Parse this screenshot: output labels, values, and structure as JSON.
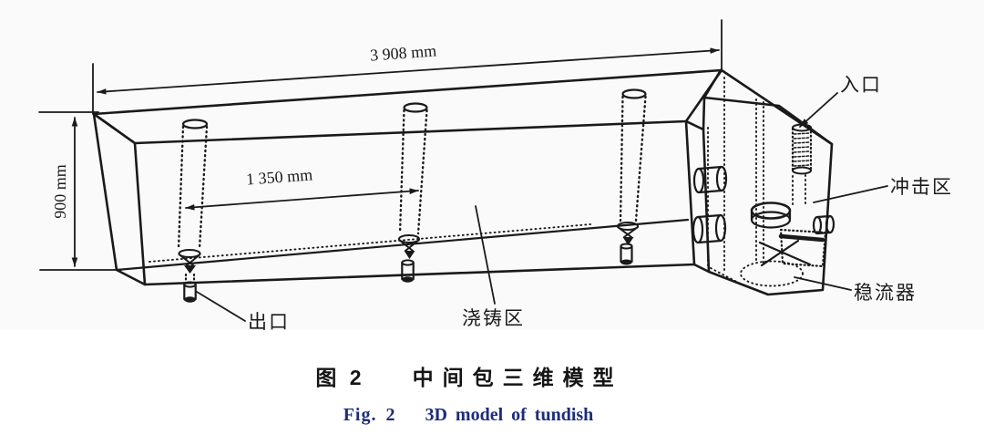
{
  "figure": {
    "dimensions": {
      "length": "3 908 mm",
      "height": "900 mm",
      "outlet_spacing": "1 350 mm"
    },
    "labels": {
      "inlet": "入口",
      "impact_zone": "冲击区",
      "stabilizer": "稳流器",
      "outlet": "出口",
      "casting_zone": "浇铸区"
    }
  },
  "caption": {
    "zh_label": "图 2",
    "zh_title": "中间包三维模型",
    "en_label": "Fig. 2",
    "en_title": "3D model of tundish"
  },
  "colors": {
    "line": "#1a1a1a",
    "caption_zh": "#141414",
    "caption_en": "#1d2d78",
    "scan_tint": "#fafafa",
    "background": "#ffffff"
  }
}
